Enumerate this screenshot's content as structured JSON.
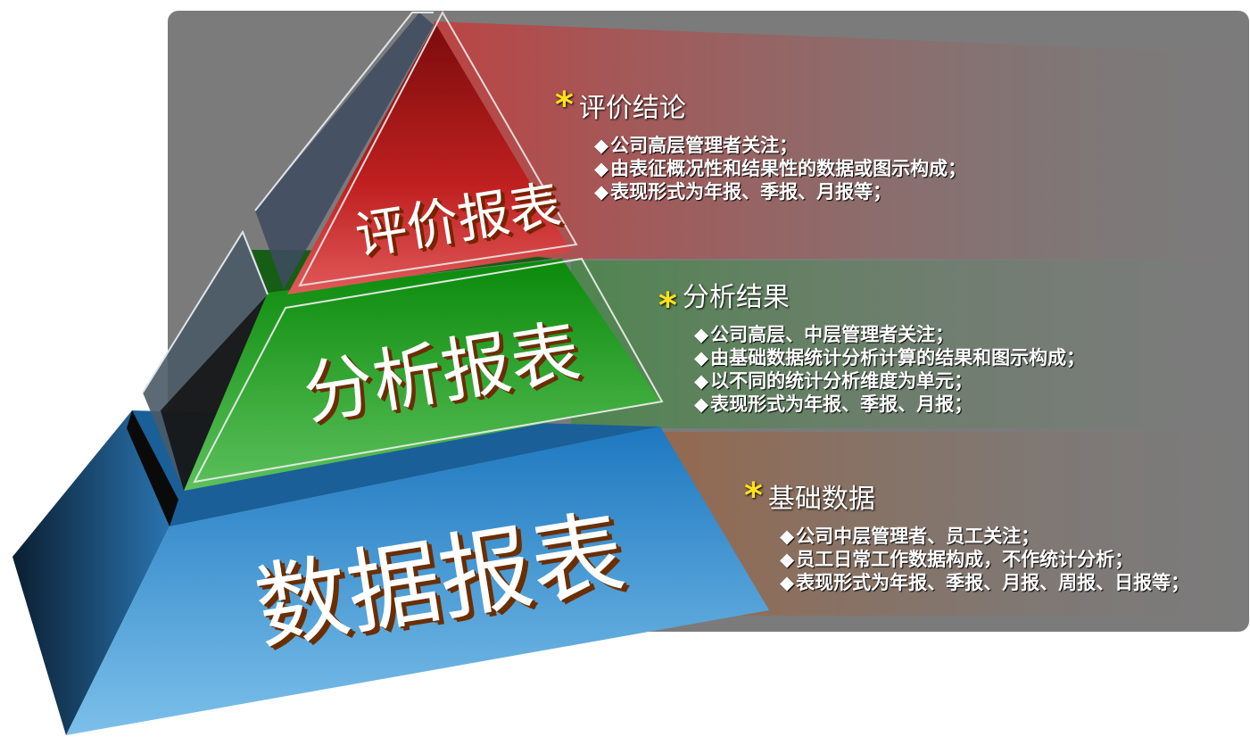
{
  "colors": {
    "panel": "#7b7b7b",
    "top_tier": "#b21c1c",
    "middle_tier": "#1a9b1a",
    "base_tier": "#2a86c8",
    "star": "#ffe21a",
    "text": "#ffffff"
  },
  "pyramid": {
    "top_label": "评价报表",
    "middle_label": "分析报表",
    "base_label": "数据报表"
  },
  "sections": {
    "top": {
      "heading": "评价结论",
      "items": [
        "公司高层管理者关注；",
        "由表征概况性和结果性的数据或图示构成；",
        "表现形式为年报、季报、月报等；"
      ]
    },
    "middle": {
      "heading": "分析结果",
      "items": [
        "公司高层、中层管理者关注；",
        "由基础数据统计分析计算的结果和图示构成；",
        "以不同的统计分析维度为单元；",
        "表现形式为年报、季报、月报；"
      ]
    },
    "base": {
      "heading": "基础数据",
      "items": [
        "公司中层管理者、员工关注；",
        "员工日常工作数据构成，不作统计分析；",
        "表现形式为年报、季报、月报、周报、日报等；"
      ]
    }
  },
  "icons": {
    "bullet": "◆",
    "star": "*"
  }
}
